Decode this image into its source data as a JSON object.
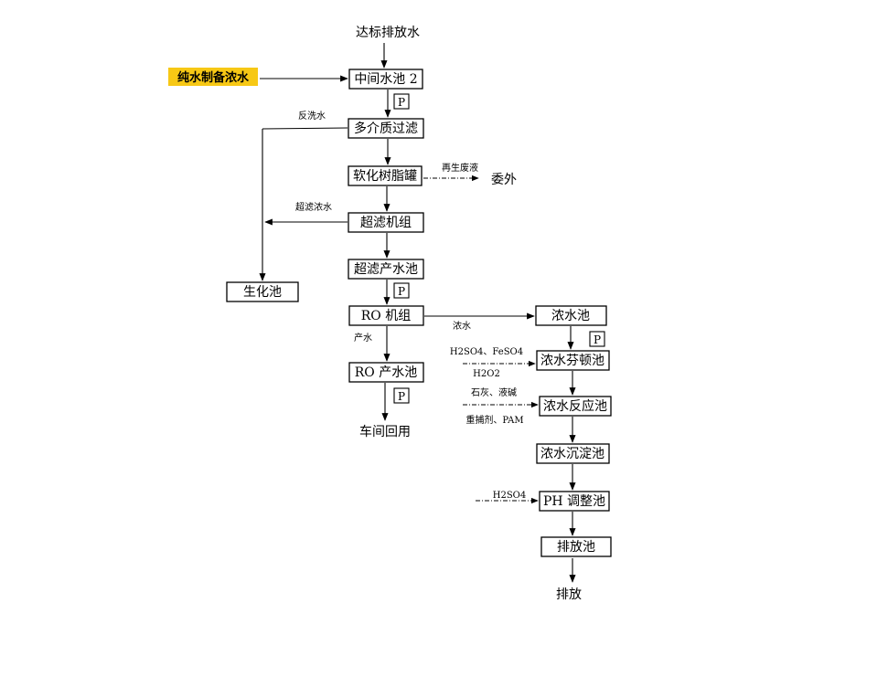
{
  "colors": {
    "highlight": "#f7c815",
    "stroke": "#000000",
    "background": "#ffffff"
  },
  "labels": {
    "top_water": "达标排放水",
    "pure_water_conc": "纯水制备浓水",
    "pool2": "中间水池 2",
    "pump": "P",
    "backwash": "反洗水",
    "multimedia_filter": "多介质过滤",
    "softener": "软化树脂罐",
    "regen_waste": "再生废液",
    "outsource": "委外",
    "uf_conc": "超滤浓水",
    "uf_unit": "超滤机组",
    "biochem_pool": "生化池",
    "uf_product_pool": "超滤产水池",
    "ro_unit": "RO 机组",
    "conc_label": "浓水",
    "conc_pool": "浓水池",
    "product_water": "产水",
    "ro_product_pool": "RO 产水池",
    "workshop_reuse": "车间回用",
    "h2so4_feso4": "H2SO4、FeSO4",
    "h2o2": "H2O2",
    "fenton_pool": "浓水芬顿池",
    "lime_caustic": "石灰、液碱",
    "chelator_pam": "重捕剂、PAM",
    "reaction_pool": "浓水反应池",
    "settling_pool": "浓水沉淀池",
    "h2so4": "H2SO4",
    "ph_pool": "PH 调整池",
    "discharge_pool": "排放池",
    "discharge": "排放"
  }
}
